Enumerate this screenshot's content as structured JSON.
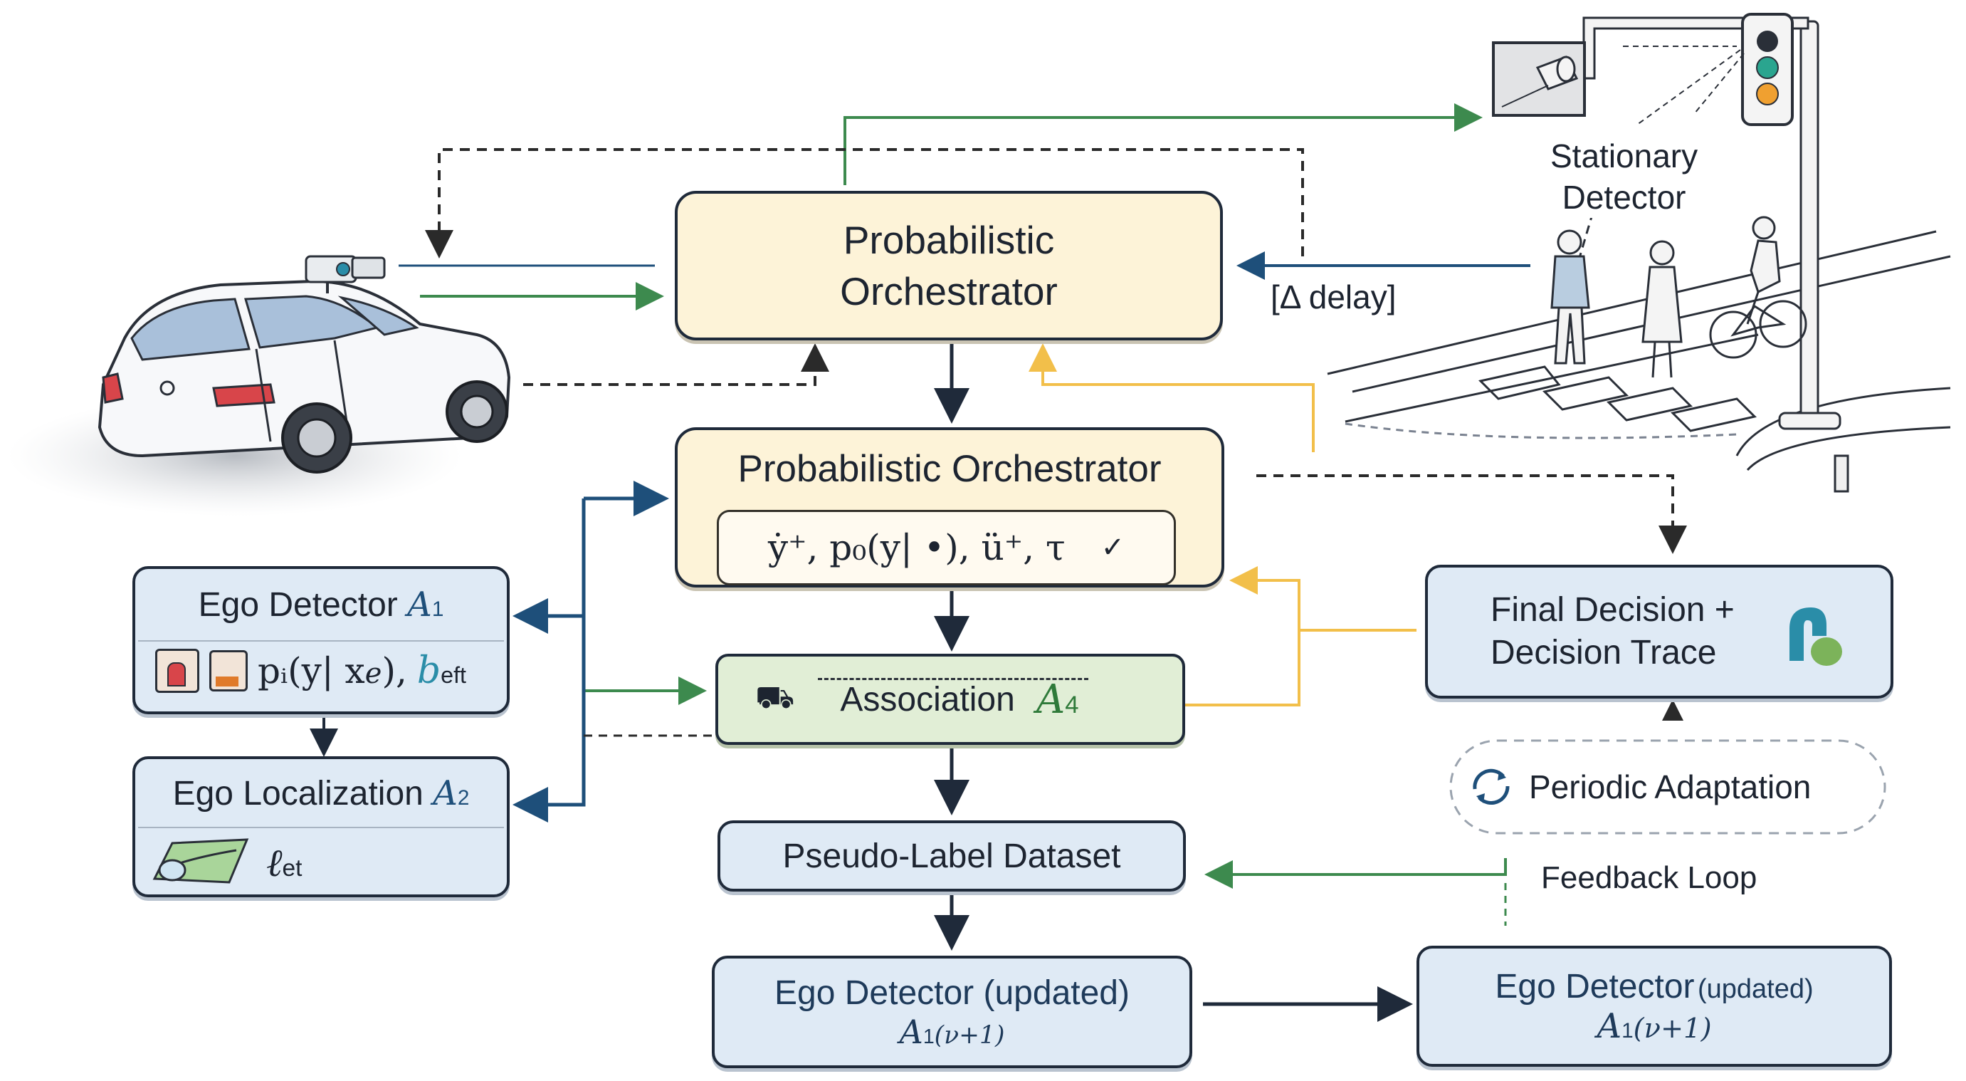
{
  "orchestrator_top": {
    "line1": "Probabilistic",
    "line2": "Orchestrator"
  },
  "orchestrator_main": {
    "title": "Probabilistic Orchestrator",
    "formula": "ẏ⁺, p₀(y| •),  ü⁺,  τ"
  },
  "ego_detector": {
    "title": "Ego Detector",
    "symbol": "A",
    "symbol_sub": "1",
    "formula": "pᵢ(y| x",
    "formula_sub": "e",
    "b": "b",
    "b_sub": "eft"
  },
  "ego_localization": {
    "title": "Ego Localization",
    "symbol": "A",
    "symbol_sub": "2",
    "formula": "ℓ",
    "formula_sub": "et"
  },
  "association": {
    "title": "Association",
    "symbol": "A",
    "symbol_sub": "4"
  },
  "pseudo_label": {
    "title": "Pseudo-Label Dataset"
  },
  "ego_updated_center": {
    "title": "Ego Detector",
    "suffix": "(updated)",
    "symbol": "A",
    "symbol_sub": "1",
    "index": "(ν+1)"
  },
  "ego_updated_right": {
    "title": "Ego Detector",
    "suffix": "(updated)",
    "symbol": "A",
    "symbol_sub": "1",
    "index": "(ν+1)"
  },
  "final_decision": {
    "line1": "Final Decision +",
    "line2": "Decision Trace"
  },
  "periodic_adaptation": {
    "title": "Periodic Adaptation"
  },
  "feedback_loop": {
    "label": "Feedback Loop"
  },
  "delay_label": {
    "text": "[Δ delay]"
  },
  "stationary_detector": {
    "line1": "Stationary",
    "line2": "Detector"
  },
  "colors": {
    "navy": "#1f2a3a",
    "green_arrow": "#3d8a4e",
    "blue_arrow": "#1e4f7a",
    "yellow_arrow": "#f2bf4a",
    "dashed": "#2a2a2a",
    "orchestrator_fill": "#fdf3d8",
    "module_fill": "#dfeaf5",
    "association_fill": "#e1eed6",
    "teal_accent": "#2a8da8",
    "green_accent": "#2f7a3a"
  },
  "icons": [
    "car-icon",
    "camera-icon",
    "traffic-light-icon",
    "pedestrian-icon",
    "cyclist-icon",
    "crosswalk-icon",
    "refresh-icon",
    "checkmark-icon",
    "map-icon",
    "bar-chart-icon",
    "detector-icon",
    "decision-logo-icon"
  ]
}
